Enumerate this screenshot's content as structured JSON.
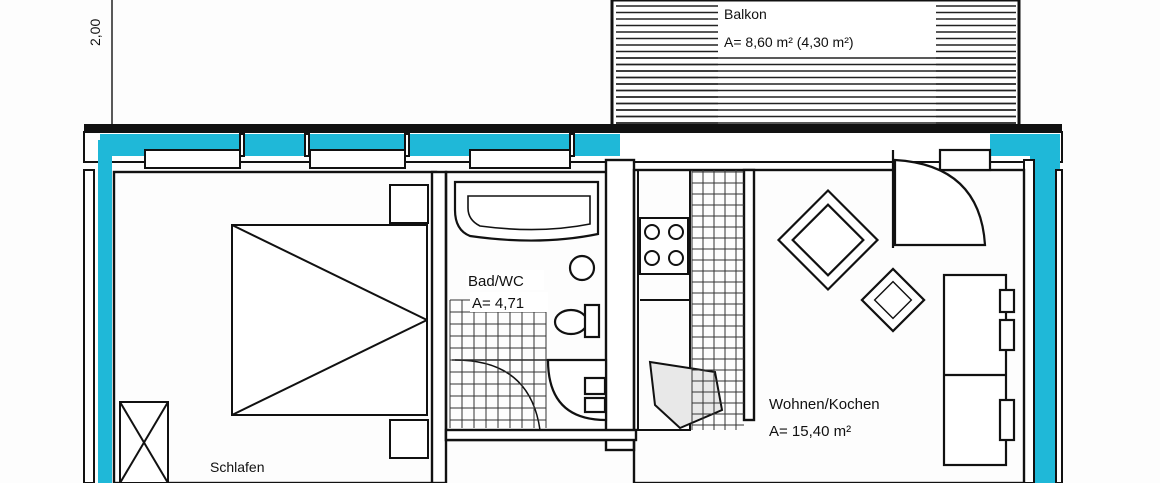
{
  "dimension": {
    "text": "2,00"
  },
  "rooms": {
    "balkon": {
      "name": "Balkon",
      "area": "A= 8,60 m² (4,30 m²)"
    },
    "bad": {
      "name": "Bad/WC",
      "area": "A= 4,71"
    },
    "wohnen": {
      "name": "Wohnen/Kochen",
      "area": "A= 15,40 m²"
    },
    "schlafen": {
      "name": "Schlafen"
    }
  },
  "colors": {
    "wall": "#111111",
    "window_glass": "#1fb8d8",
    "paper": "#fdfdfd"
  }
}
